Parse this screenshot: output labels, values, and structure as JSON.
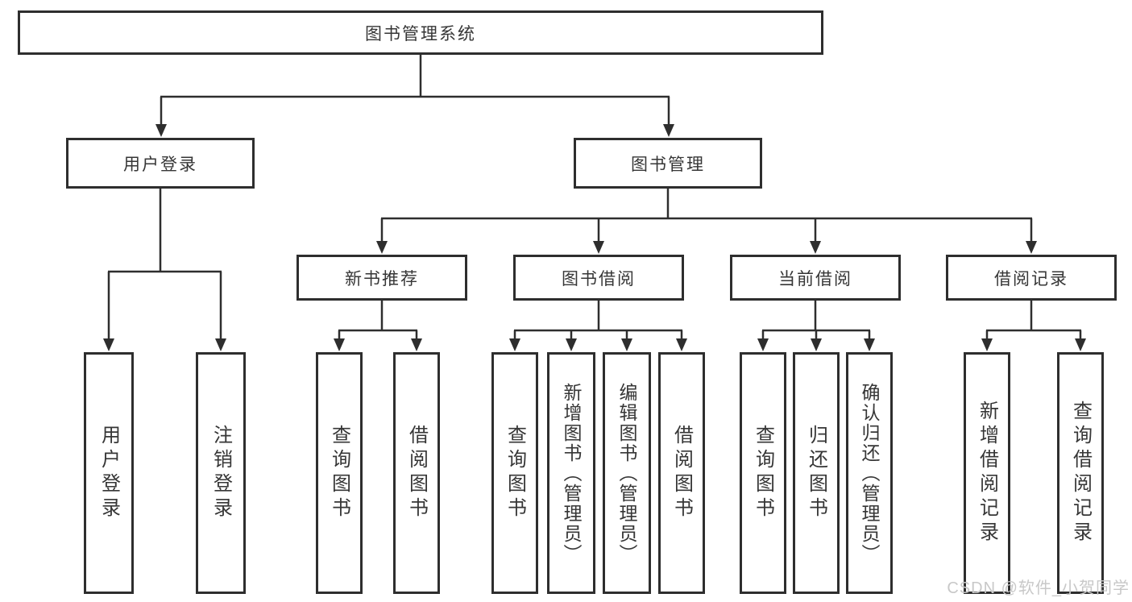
{
  "colors": {
    "box_border": "#2e2e2e",
    "box_background": "#ffffff",
    "text": "#363636",
    "connector": "#2e2e2e",
    "watermark_color": "#c8c8c8"
  },
  "nodes": {
    "root": "图书管理系统",
    "user_login": "用户登录",
    "book_mgmt": "图书管理",
    "new_book_rec": "新书推荐",
    "book_borrow": "图书借阅",
    "current_borrow": "当前借阅",
    "borrow_records": "借阅记录",
    "leaf_user_login": "用户登录",
    "leaf_logout": "注销登录",
    "leaf_query_book_rec": "查询图书",
    "leaf_borrow_book_rec": "借阅图书",
    "leaf_query_book_borrow": "查询图书",
    "leaf_add_book_admin": "新增图书（管理员）",
    "leaf_edit_book_admin": "编辑图书（管理员）",
    "leaf_borrow_book_borrow": "借阅图书",
    "leaf_query_book_current": "查询图书",
    "leaf_return_book": "归还图书",
    "leaf_confirm_return_admin": "确认归还（管理员）",
    "leaf_add_borrow_record": "新增借阅记录",
    "leaf_query_borrow_record": "查询借阅记录"
  },
  "watermark": {
    "text": "CSDN @软件_小贺同学"
  }
}
